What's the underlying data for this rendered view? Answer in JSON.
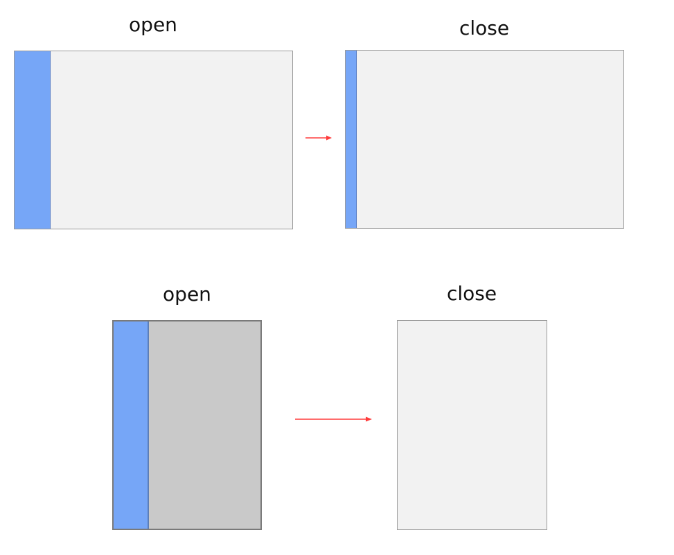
{
  "top_row": {
    "open": {
      "label": "open"
    },
    "close": {
      "label": "close"
    }
  },
  "bottom_row": {
    "open": {
      "label": "open"
    },
    "close": {
      "label": "close"
    }
  },
  "colors": {
    "sidebar": "#76a6f7",
    "panel_light": "#f2f2f2",
    "panel_gray": "#c9c9c9",
    "arrow": "#ff3b3b"
  }
}
